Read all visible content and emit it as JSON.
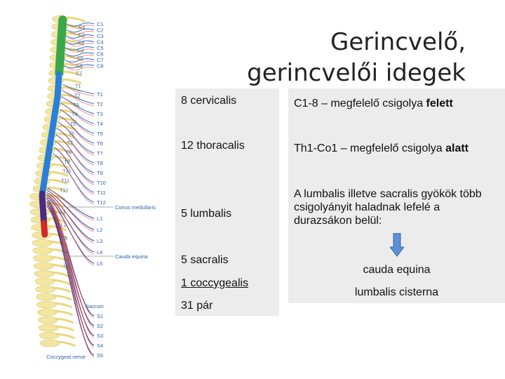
{
  "title": {
    "line1": "Gerincvelő,",
    "line2": "gerincvelői idegek"
  },
  "figure": {
    "cervical_labels": [
      "C1",
      "C2",
      "C3",
      "C4",
      "C5",
      "C6",
      "C7",
      "C8"
    ],
    "thoracic_labels": [
      "T1",
      "T2",
      "T3",
      "T4",
      "T5",
      "T6",
      "T7",
      "T8",
      "T9",
      "T10",
      "T11",
      "T12"
    ],
    "lumbar_labels": [
      "L1",
      "L2",
      "L3",
      "L4",
      "L5"
    ],
    "sacral_labels": [
      "S1",
      "S2",
      "S3",
      "S4",
      "S5"
    ],
    "vertebra_cervical": [
      "C1",
      "C2",
      "C3",
      "C4",
      "C5",
      "C6",
      "C7"
    ],
    "vertebra_thoracic": [
      "T1",
      "T2",
      "T3",
      "T4",
      "T5",
      "T6",
      "T7",
      "T8",
      "T9",
      "T10",
      "T11",
      "T12"
    ],
    "vertebra_lumbar": [
      "L1",
      "L2",
      "L3",
      "L4",
      "L5"
    ],
    "conus": "Conus medullaris",
    "cauda": "Cauda equina",
    "sacrum": "Sacrum",
    "coccygeal": "Coccygeal nerve",
    "colors": {
      "cervical": "#3aa84a",
      "thoracic": "#2a7fd8",
      "lumbar": "#4a2a86",
      "sacral": "#cc2a2a",
      "bone": "#f2e6a0"
    }
  },
  "left_list": {
    "cervical": "8 cervicalis",
    "thoracal": "12 thoracalis",
    "lumbal": "5 lumbalis",
    "sacral": "5 sacralis",
    "coccygeal": "1 coccygealis",
    "total": "31 pár"
  },
  "right_list": {
    "c_prefix": "C1-8 – megfelelő csigolya ",
    "c_bold": "felett",
    "th_prefix": "Th1-Co1 – megfelelő csigolya ",
    "th_bold": "alatt",
    "lumbal_text": "A lumbalis illetve sacralis gyökök több csigolyányit haladnak lefelé a durazsákon belül:",
    "cauda": "cauda equina",
    "cisterna": "lumbalis cisterna"
  }
}
